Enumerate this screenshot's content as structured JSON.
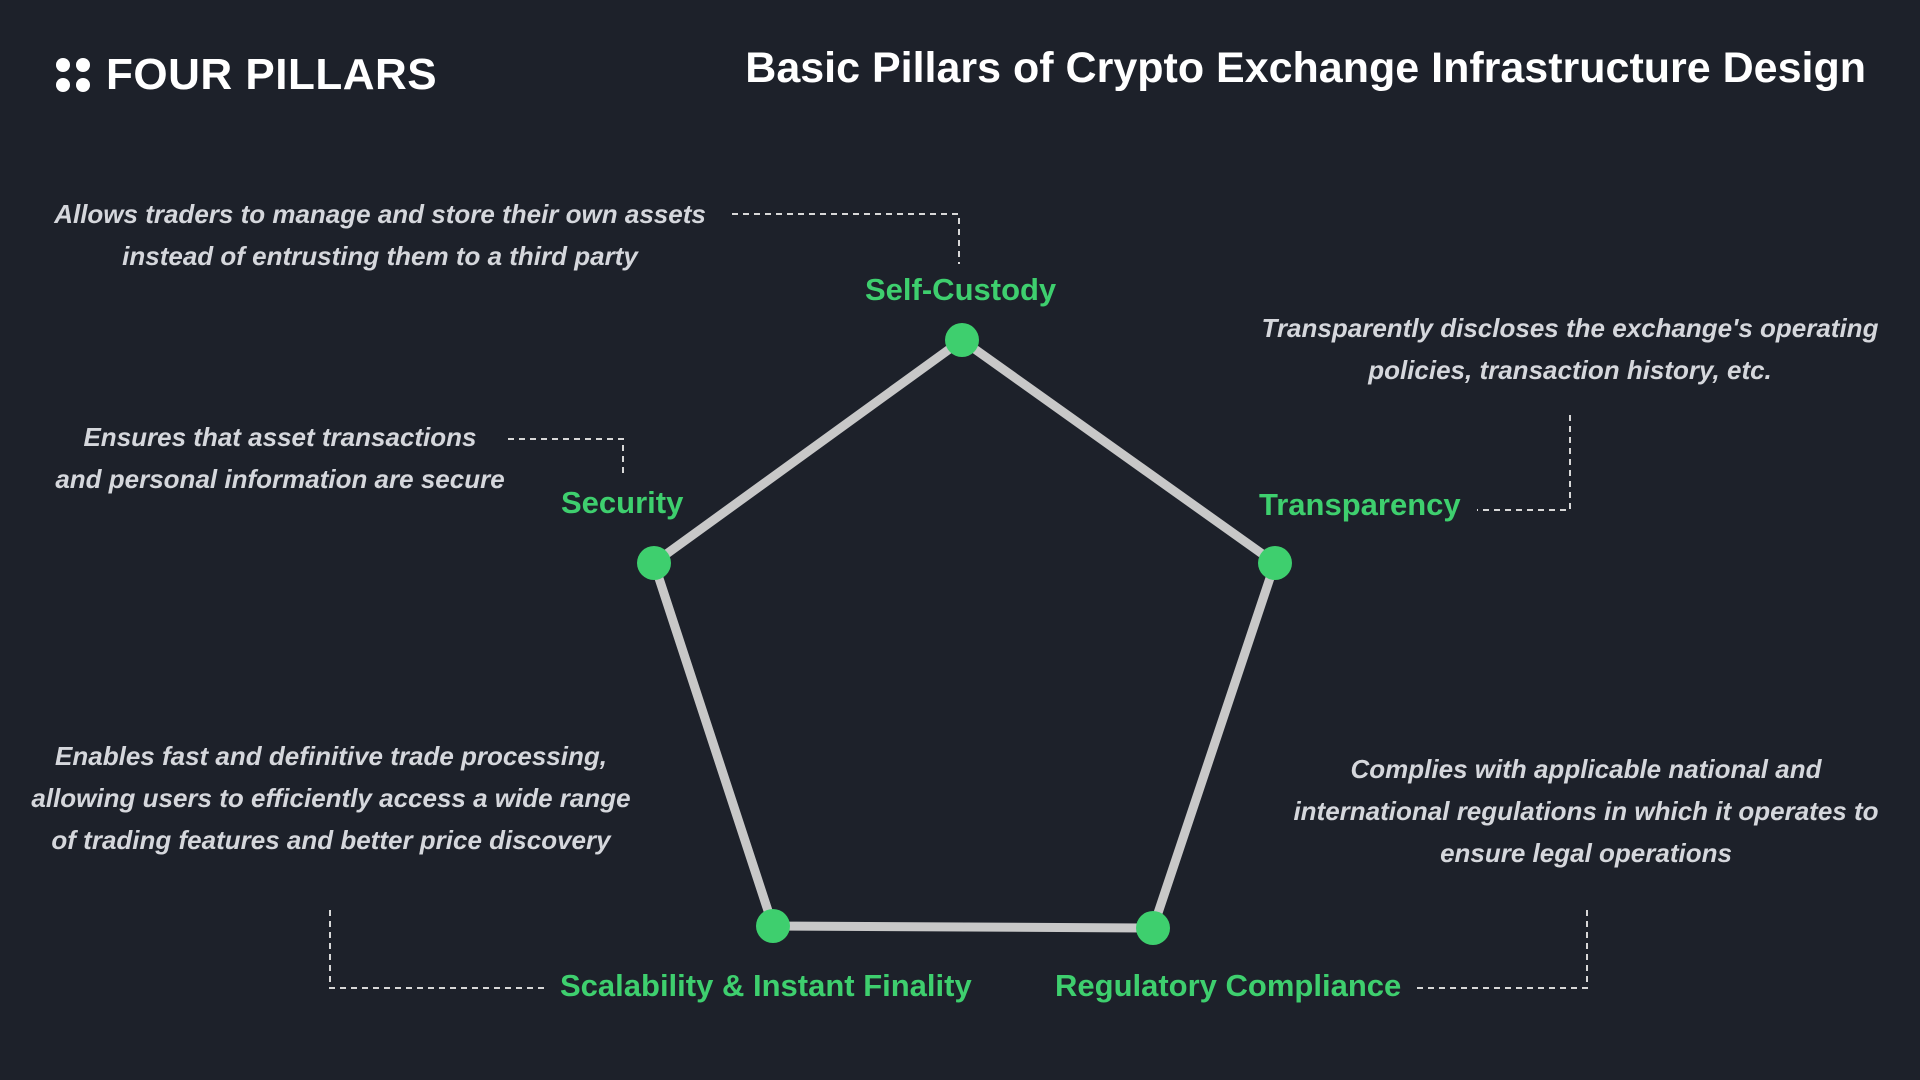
{
  "brand": {
    "name": "FOUR PILLARS"
  },
  "title": "Basic Pillars of Crypto Exchange Infrastructure Design",
  "colors": {
    "background": "#1d212a",
    "accent_green": "#3ecf6e",
    "outline_gray": "#c8c8c8",
    "text_white": "#ffffff",
    "description_text": "#d5d7dc"
  },
  "pillars": [
    {
      "label": "Self-Custody",
      "description": [
        "Allows traders to manage and store their own assets",
        "instead of entrusting them to a third party"
      ]
    },
    {
      "label": "Transparency",
      "description": [
        "Transparently discloses the exchange's operating",
        "policies, transaction history, etc."
      ]
    },
    {
      "label": "Regulatory Compliance",
      "description": [
        "Complies with applicable national and",
        "international regulations in which it operates to",
        "ensure legal operations"
      ]
    },
    {
      "label": "Scalability & Instant Finality",
      "description": [
        "Enables fast and definitive trade processing,",
        "allowing users to efficiently access a wide range",
        "of trading features and better price discovery"
      ]
    },
    {
      "label": "Security",
      "description": [
        "Ensures that asset transactions",
        "and personal information are secure"
      ]
    }
  ]
}
